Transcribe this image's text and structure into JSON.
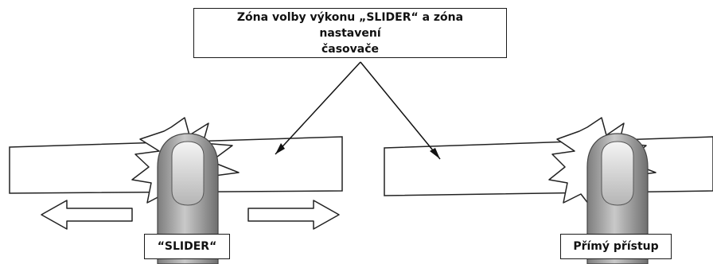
{
  "callout": {
    "line1": "Zóna volby výkonu „SLIDER“ a zóna nastavení",
    "line2": "časovače"
  },
  "labels": {
    "slider": "“SLIDER“",
    "direct": "Přímý přístup"
  },
  "icons": [
    "finger-icon",
    "finger-icon",
    "star-burst",
    "star-burst",
    "arrow-left",
    "arrow-right"
  ]
}
